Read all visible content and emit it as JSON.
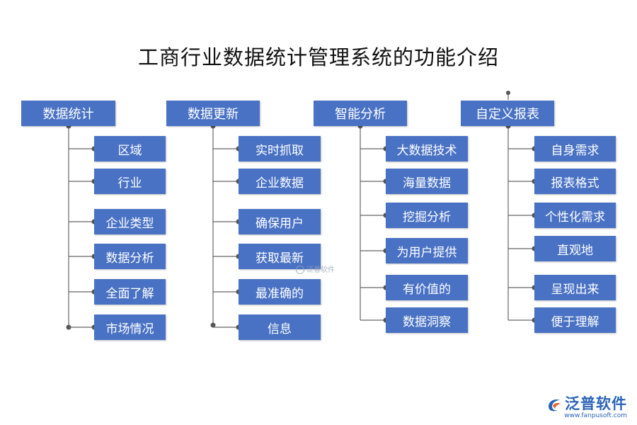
{
  "title": "工商行业数据统计管理系统的功能介绍",
  "columns": [
    {
      "heading": "数据统计",
      "items": [
        "区域",
        "行业",
        "企业类型",
        "数据分析",
        "全面了解",
        "市场情况"
      ]
    },
    {
      "heading": "数据更新",
      "items": [
        "实时抓取",
        "企业数据",
        "确保用户",
        "获取最新",
        "最准确的",
        "信息"
      ]
    },
    {
      "heading": "智能分析",
      "items": [
        "大数据技术",
        "海量数据",
        "挖掘分析",
        "为用户提供",
        "有价值的",
        "数据洞察"
      ]
    },
    {
      "heading": "自定义报表",
      "items": [
        "自身需求",
        "报表格式",
        "个性化需求",
        "直观地",
        "呈现出来",
        "便于理解"
      ]
    }
  ],
  "watermark": "泛普软件",
  "logo": {
    "name": "泛普软件",
    "url": "www.fanpusoft.com"
  },
  "colors": {
    "box": "#4a72c4",
    "line": "#666666",
    "dot": "#555555",
    "brand": "#2b64b6"
  }
}
